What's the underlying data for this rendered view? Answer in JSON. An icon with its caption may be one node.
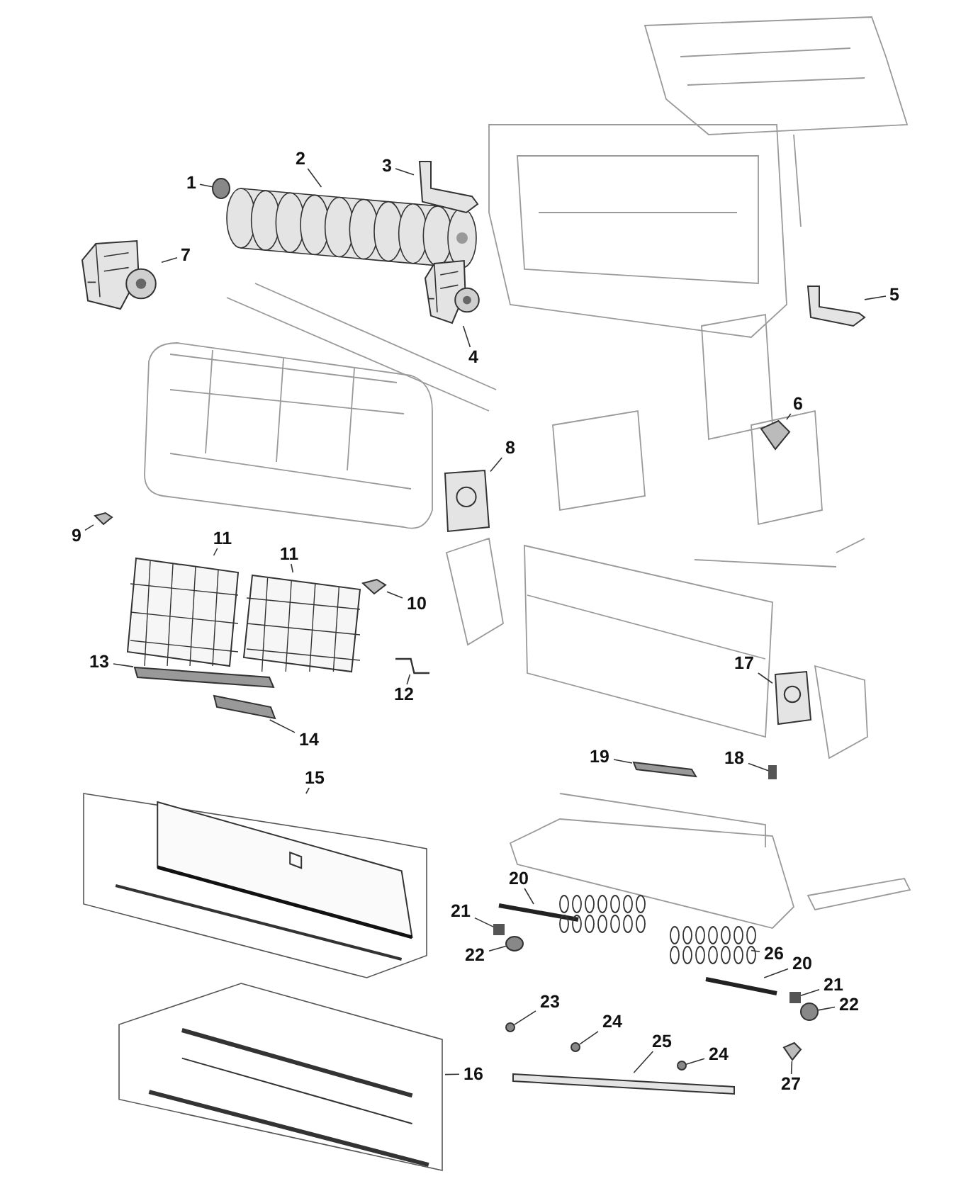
{
  "diagram": {
    "nodes": [
      {
        "text": [
          "1"
        ]
      },
      {
        "text": [],
        "shape": "circle"
      },
      {
        "text": [
          "2"
        ]
      },
      {
        "text": [],
        "shape": "picture"
      },
      {
        "text": [
          "3"
        ]
      },
      {
        "text": [],
        "shape": "picture"
      },
      {
        "text": [
          "4"
        ]
      },
      {
        "text": [],
        "shape": "picture"
      },
      {
        "text": [
          "5"
        ]
      },
      {
        "text": [],
        "shape": "picture"
      },
      {
        "text": [
          "6"
        ]
      },
      {
        "text": [],
        "shape": "picture"
      },
      {
        "text": [
          "7"
        ]
      },
      {
        "text": [],
        "shape": "picture"
      },
      {
        "text": [
          "8"
        ]
      },
      {
        "text": [],
        "shape": "picture"
      },
      {
        "text": [
          "9"
        ]
      },
      {
        "text": [],
        "shape": "picture"
      },
      {
        "text": [
          "10"
        ]
      },
      {
        "text": [],
        "shape": "picture"
      },
      {
        "text": [
          "11"
        ]
      },
      {
        "text": [],
        "shape": "picture"
      },
      {
        "text": [
          "11"
        ]
      },
      {
        "text": [],
        "shape": "picture"
      },
      {
        "text": [
          "12"
        ]
      },
      {
        "text": [],
        "shape": "picture"
      },
      {
        "text": [
          "13"
        ]
      },
      {
        "text": [],
        "shape": "bar"
      },
      {
        "text": [
          "14"
        ]
      },
      {
        "text": [],
        "shape": "picture"
      },
      {
        "text": [
          "15"
        ]
      },
      {
        "text": [],
        "shape": "picture"
      },
      {
        "text": [
          "16"
        ]
      },
      {
        "text": [],
        "shape": "picture"
      },
      {
        "text": [
          "17"
        ]
      },
      {
        "text": [],
        "shape": "picture"
      },
      {
        "text": [
          "18"
        ]
      },
      {
        "text": [],
        "shape": "box"
      },
      {
        "text": [
          "19"
        ]
      },
      {
        "text": [],
        "shape": "picture"
      },
      {
        "text": [
          "20"
        ]
      },
      {
        "text": [],
        "shape": "picture"
      },
      {
        "text": [
          "21"
        ]
      },
      {
        "text": [],
        "shape": "box"
      },
      {
        "text": [
          "22"
        ]
      },
      {
        "text": [],
        "shape": "circle"
      },
      {
        "text": [
          "23"
        ]
      },
      {
        "text": [],
        "shape": "circle"
      },
      {
        "text": [
          "24"
        ]
      },
      {
        "text": [],
        "shape": "circle"
      },
      {
        "text": [
          "25"
        ]
      },
      {
        "text": [],
        "shape": "bar"
      },
      {
        "text": [
          "24"
        ]
      },
      {
        "text": [],
        "shape": "circle"
      },
      {
        "text": [
          "26"
        ]
      },
      {
        "text": [],
        "shape": "picture"
      },
      {
        "text": [
          "20"
        ]
      },
      {
        "text": [],
        "shape": "picture"
      },
      {
        "text": [
          "21"
        ]
      },
      {
        "text": [],
        "shape": "box"
      },
      {
        "text": [
          "22"
        ]
      },
      {
        "text": [],
        "shape": "circle"
      },
      {
        "text": [
          "27"
        ]
      },
      {
        "text": [],
        "shape": "picture"
      }
    ],
    "edges": [
      {
        "from": 0,
        "to": 1,
        "arrow": "none"
      },
      {
        "from": 2,
        "to": 3,
        "arrow": "none"
      },
      {
        "from": 4,
        "to": 5,
        "arrow": "none"
      },
      {
        "from": 6,
        "to": 7,
        "arrow": "none"
      },
      {
        "from": 8,
        "to": 9,
        "arrow": "none"
      },
      {
        "from": 10,
        "to": 11,
        "arrow": "none"
      },
      {
        "from": 12,
        "to": 13,
        "arrow": "none"
      },
      {
        "from": 14,
        "to": 15,
        "arrow": "none"
      },
      {
        "from": 16,
        "to": 17,
        "arrow": "none"
      },
      {
        "from": 18,
        "to": 19,
        "arrow": "none"
      },
      {
        "from": 20,
        "to": 21,
        "arrow": "none"
      },
      {
        "from": 22,
        "to": 23,
        "arrow": "none"
      },
      {
        "from": 24,
        "to": 25,
        "arrow": "none"
      },
      {
        "from": 26,
        "to": 27,
        "arrow": "none"
      },
      {
        "from": 28,
        "to": 29,
        "arrow": "none"
      },
      {
        "from": 30,
        "to": 31,
        "arrow": "none"
      },
      {
        "from": 32,
        "to": 33,
        "arrow": "none"
      },
      {
        "from": 34,
        "to": 35,
        "arrow": "none"
      },
      {
        "from": 36,
        "to": 37,
        "arrow": "none"
      },
      {
        "from": 38,
        "to": 39,
        "arrow": "none"
      },
      {
        "from": 40,
        "to": 41,
        "arrow": "none"
      },
      {
        "from": 42,
        "to": 43,
        "arrow": "none"
      },
      {
        "from": 44,
        "to": 45,
        "arrow": "none"
      },
      {
        "from": 46,
        "to": 47,
        "arrow": "none"
      },
      {
        "from": 48,
        "to": 49,
        "arrow": "none"
      },
      {
        "from": 50,
        "to": 51,
        "arrow": "none"
      },
      {
        "from": 52,
        "to": 53,
        "arrow": "none"
      },
      {
        "from": 54,
        "to": 55,
        "arrow": "none"
      },
      {
        "from": 56,
        "to": 57,
        "arrow": "none"
      },
      {
        "from": 58,
        "to": 59,
        "arrow": "none"
      },
      {
        "from": 60,
        "to": 61,
        "arrow": "none"
      },
      {
        "from": 62,
        "to": 63,
        "arrow": "none"
      }
    ]
  }
}
